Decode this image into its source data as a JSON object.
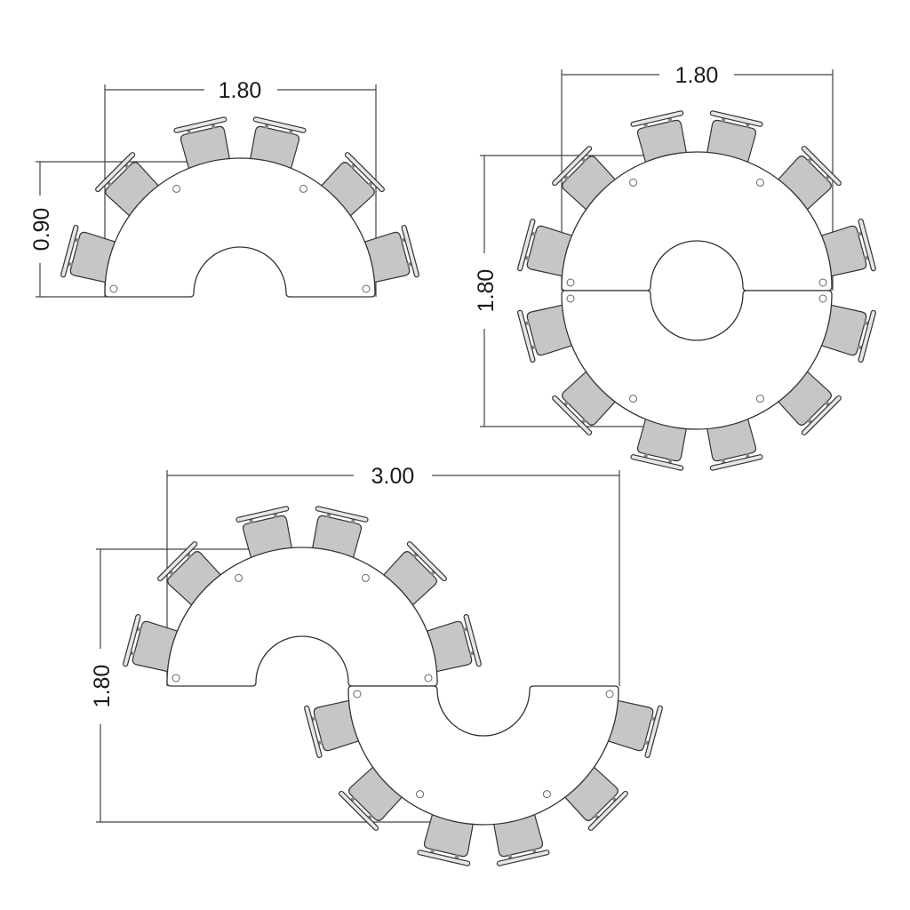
{
  "colors": {
    "line": "#333333",
    "chair": "#c6c6c6",
    "table": "#ffffff",
    "dim": "#444444"
  },
  "layouts": [
    {
      "name": "half-round-table",
      "width_label": "1.80",
      "height_label": "0.90",
      "chairs": 6
    },
    {
      "name": "full-round-table",
      "width_label": "1.80",
      "height_label": "1.80",
      "chairs": 12
    },
    {
      "name": "s-shaped-table",
      "width_label": "3.00",
      "height_label": "1.80",
      "chairs": 12
    }
  ]
}
